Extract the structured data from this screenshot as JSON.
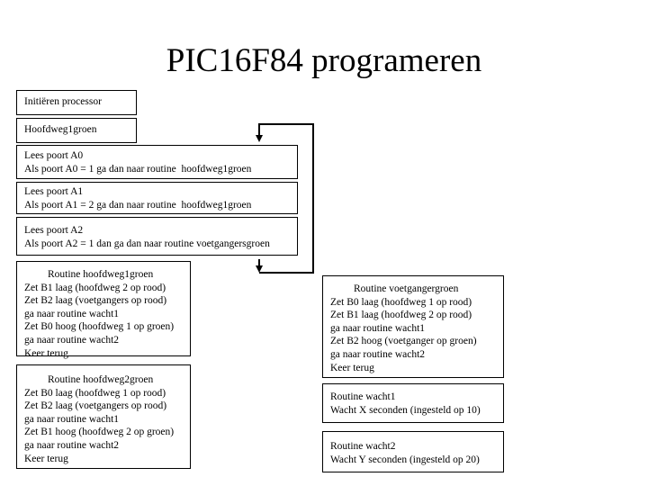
{
  "title": "PIC16F84 programeren",
  "flow": {
    "init_box": {
      "lines": [
        "Initiëren processor"
      ]
    },
    "hoofdweg1_box": {
      "lines": [
        "Hoofdweg1groen"
      ]
    },
    "lees_a0_box": {
      "lines": [
        "Lees poort A0",
        "Als poort A0 = 1 ga dan naar routine  hoofdweg1groen"
      ]
    },
    "lees_a1_box": {
      "lines": [
        "Lees poort A1",
        "Als poort A1 = 2 ga dan naar routine  hoofdweg1groen"
      ]
    },
    "lees_a2_box": {
      "lines": [
        "Lees poort A2",
        "Als poort A2 = 1 dan ga dan naar routine voetgangersgroen"
      ]
    },
    "routine_hoofdweg1groen_box": {
      "lines": [
        "Routine hoofdweg1groen",
        "Zet B1 laag (hoofdweg 2 op rood)",
        "Zet B2 laag (voetgangers op rood)",
        "ga naar routine wacht1",
        "Zet B0 hoog (hoofdweg 1 op groen)",
        "ga naar routine wacht2",
        "Keer terug"
      ]
    },
    "routine_hoofdweg2groen_box": {
      "lines": [
        "Routine hoofdweg2groen",
        "Zet B0 laag (hoofdweg 1 op rood)",
        "Zet B2 laag (voetgangers op rood)",
        "ga naar routine wacht1",
        "Zet B1 hoog (hoofdweg 2 op groen)",
        "ga naar routine wacht2",
        "Keer terug"
      ]
    },
    "routine_voetgangergroen_box": {
      "lines": [
        "Routine voetgangergroen",
        "Zet B0 laag (hoofdweg 1 op rood)",
        "Zet B1 laag (hoofdweg 2 op rood)",
        "ga naar routine wacht1",
        "Zet B2 hoog (voetganger op groen)",
        "ga naar routine wacht2",
        "Keer terug"
      ]
    },
    "routine_wacht1_box": {
      "lines": [
        "Routine wacht1",
        "Wacht X seconden (ingesteld op 10)"
      ]
    },
    "routine_wacht2_box": {
      "lines": [
        "Routine wacht2",
        "Wacht Y seconden (ingesteld op 20)"
      ]
    }
  },
  "colors": {
    "background": "#ffffff",
    "stroke": "#000000",
    "text": "#000000"
  }
}
